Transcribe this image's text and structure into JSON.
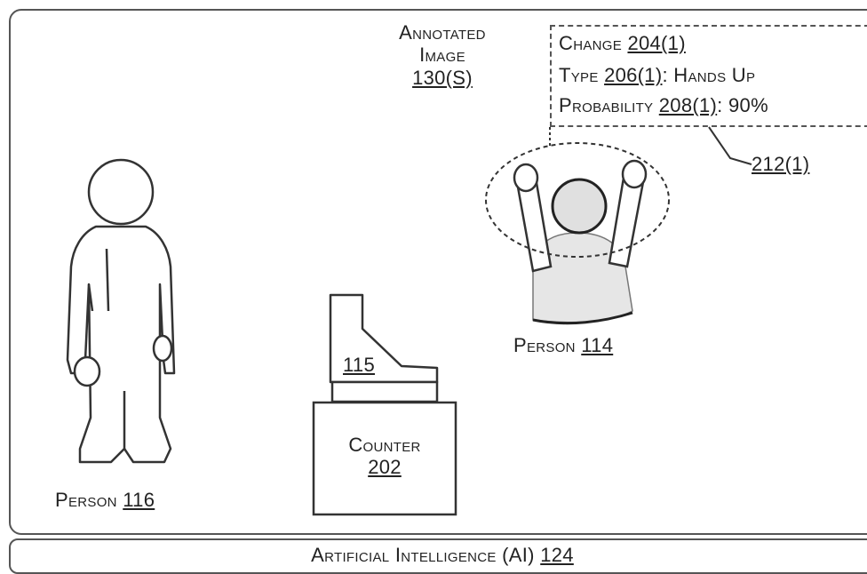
{
  "annotated_image": {
    "word1": "Annotated",
    "word2": "Image",
    "ref": "130(S)"
  },
  "callout": {
    "change_label": "Change",
    "change_ref": "204(1)",
    "type_label": "Type",
    "type_ref": "206(1)",
    "type_value": ": Hands Up",
    "prob_label": "Probability",
    "prob_ref": "208(1)",
    "prob_value": ": 90%",
    "leader_ref": "212(1)"
  },
  "person_114": {
    "label": "Person",
    "ref": "114"
  },
  "person_116": {
    "label": "Person",
    "ref": "116"
  },
  "device": {
    "ref": "115"
  },
  "counter": {
    "label": "Counter",
    "ref": "202"
  },
  "ai": {
    "label": "Artificial Intelligence (AI)",
    "ref": "124"
  }
}
